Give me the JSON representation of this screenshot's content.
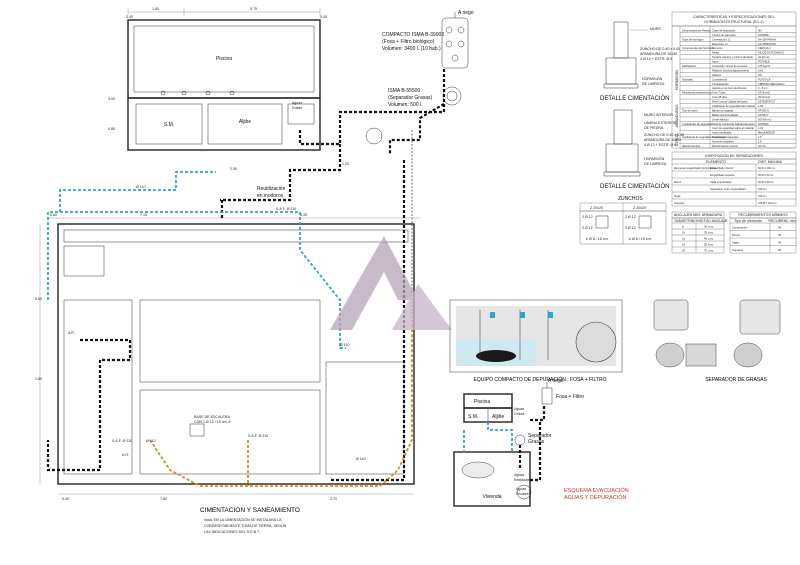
{
  "plan": {
    "a_riego": "A riego",
    "compacto": [
      "COMPACTO ISMA B-39003",
      "(Fosa + Filtro biológico)",
      "Volumen: 3400 l. (10 hab.)"
    ],
    "separador": [
      "ISMA B-55500",
      "(Separador Grasas)",
      "Volumen: 500 l."
    ],
    "piscina": "Piscina",
    "sm": "S.M.",
    "aljibe": "Aljibe",
    "aguas_grises": [
      "Aguas",
      "Grises"
    ],
    "reutilizacion": [
      "Reutilización",
      "en inodoros"
    ],
    "base_escalera": [
      "BASE DE ESCALERA",
      "CON 1 Ø 12 / 15 cm. #"
    ],
    "ar_1": "A.R.",
    "ar_2": "A.R.",
    "pipe_labels": [
      "Ø 110",
      "S.A.F. Ø 110",
      "Ø 110",
      "S.A.F. Ø 110",
      "Ø 110",
      "S.A.F. Ø 110",
      "Ø 110"
    ],
    "dims": [
      "0.40",
      "1.00",
      "3.75",
      "0.40",
      "4.00",
      "0.80",
      "1.20",
      "2.00",
      "0.60",
      "7.15",
      "3.35",
      "0.60",
      "1.80",
      "0.40",
      "7.60",
      "3.70"
    ]
  },
  "footer": {
    "title": "CIMENTACIÓN Y SANEAMIENTO",
    "note": [
      "Nota:   EN LA CIMENTACIÓN SE INSTALARÁ LA",
      "CORRESPONDIENTE TOMA DE TIERRA, SEGÚN",
      "LAS INDICACIONES DEL R.E.B.T."
    ]
  },
  "details": {
    "cim1_title": "DETALLE CIMENTACIÓN",
    "cim2_title": "DETALLE CIMENTACIÓN",
    "cim1_labels": [
      "MURO",
      "ZUNCHO DE 0.40 x 0.40",
      "ARMADURA DE 30x30",
      "4 Ø 12 + ESTR. Ø 6",
      "HORMIGÓN",
      "DE LIMPIEZA"
    ],
    "cim2_labels": [
      "MURO INTERIOR",
      "LÁMINA EXTERIOR",
      "DE PIEDRA",
      "ZUNCHO DE 0.40 x 0.40",
      "ARMADURA DE 30x30",
      "4 Ø 12 + ESTR. Ø 6",
      "HORMIGÓN",
      "DE LIMPIEZA"
    ],
    "zunchos_title": "ZUNCHOS",
    "zunchos_cols": [
      "Z 20x20",
      "Z 20x20"
    ],
    "zunchos_rebar": [
      "2 Ø 12",
      "2 Ø 12",
      "2 Ø 12",
      "2 Ø 12"
    ],
    "zunchos_stirrups": [
      "e Ø 6 / 15 cm.",
      "e Ø 6 / 15 cm."
    ]
  },
  "spec": {
    "title": [
      "CARACTERÍSTICAS Y ESPECIFICACIONES DEL",
      "HORMIGÓN ESTRUCTURAL (EC-2)"
    ],
    "side_labels": [
      "HORMIGÓN",
      "ARMADURAS",
      "OTROS"
    ],
    "rows": [
      [
        "Denominaciones Previas",
        "Clase de exposición",
        "IIIA"
      ],
      [
        "",
        "Control de ejecución",
        "NORMAL"
      ],
      [
        "Tipos de hormigón",
        "Cimentación, Ci",
        "HA-25/P/40/IIIA"
      ],
      [
        "",
        "Estructura, Ci",
        "HA-25/B/20/IIIA"
      ],
      [
        "Componentes del hormigón",
        "Cemento",
        "CEM II/A-V"
      ],
      [
        "",
        "Áridos",
        "SILICEOS RODADOS"
      ],
      [
        "",
        "Tamaño máximo y mínimo del árido",
        "22-40 mm"
      ],
      [
        "",
        "Agua",
        "POTABLE"
      ],
      [
        "Dosificación",
        "Contenido mínimo de cemento",
        "275 kg/m3"
      ],
      [
        "",
        "Relación máxima agua/cemento",
        "0.60"
      ],
      [
        "",
        "Aditivos",
        "NO"
      ],
      [
        "Docilidad",
        "Consistencia",
        "PLÁSTICA"
      ],
      [
        "",
        "Compactación",
        "VIBRADO MECÁNICO"
      ],
      [
        "",
        "Asiento en el cono de Abrams",
        "3 - 5 cm"
      ],
      [
        "Resistencia característica",
        "A los 7 días",
        "18 N/mm2"
      ],
      [
        "",
        "A los 28 días",
        "25 N/mm2"
      ],
      [
        "",
        "Nivel Control Calidad del acero",
        "ESTADÍSTICO"
      ],
      [
        "",
        "Coeficiente de seguridad del material",
        "1.50"
      ],
      [
        "Tipo de acero",
        "Barras corrugadas",
        "AP 500 S"
      ],
      [
        "",
        "Mallas electrosoldadas",
        "AP 500 T"
      ],
      [
        "",
        "Límite elástico",
        "500 N/mm2"
      ],
      [
        "Coeficientes de seguridad",
        "Nivel de Control de Calidad del acero",
        "NORMAL"
      ],
      [
        "",
        "Coef. de seguridad sobre el material",
        "1.15"
      ],
      [
        "",
        "Acero certificado",
        "Marca AENOR"
      ],
      [
        "Coeficiente de seguridad de acciones",
        "Acciones permanentes",
        "1.6"
      ],
      [
        "",
        "Acciones variables",
        "1.6"
      ],
      [
        "Recubrimientos",
        "Recubrimiento mínimo",
        "40 mm"
      ]
    ],
    "separadores": {
      "title": "DISPOSICIÓN DE SEPARADORES",
      "headers": [
        "ELEMENTO",
        "DIST. MÁXIMA"
      ],
      "rows": [
        [
          "Elementos superficiales horizontales",
          "Emparrillado inferior",
          "50 Ø ó 100 cm"
        ],
        [
          "",
          "Emparrillado superior",
          "50 Ø ó 50 cm"
        ],
        [
          "Muros",
          "Cada emparrillado",
          "50 Ø ó 50 cm"
        ],
        [
          "",
          "Separación entre emparrillados",
          "100 cm"
        ],
        [
          "Vigas",
          "",
          "100 cm"
        ],
        [
          "Soportes",
          "",
          "100 Ø ó 200 cm"
        ]
      ]
    },
    "anclajes": {
      "title": "ANCLAJES MIN. ARMADURA",
      "headers": [
        "DIÁMETRO",
        "LONGITUD ANCLAJE"
      ],
      "rows": [
        [
          "8",
          "30 cms."
        ],
        [
          "10",
          "35 cms."
        ],
        [
          "12",
          "40 cms."
        ],
        [
          "16",
          "55 cms."
        ],
        [
          "20",
          "70 cms."
        ]
      ]
    },
    "recubrimientos": {
      "title": "RECUBRIMIENTOS MÍNIMOS",
      "headers": [
        "Tipo de elemento",
        "RECUBRIM. mm"
      ],
      "rows": [
        [
          "Cimentación",
          "40"
        ],
        [
          "Muros",
          "35"
        ],
        [
          "Vigas",
          "30"
        ],
        [
          "Soportes",
          "30"
        ]
      ]
    }
  },
  "equipment": {
    "depuracion_title": "EQUIPO COMPACTO DE DEPURACIÓN : FOSA + FILTRO",
    "grasas_title": "SEPARADOR DE GRASAS"
  },
  "scheme": {
    "a_riego": "A riego",
    "fosa_filtro": "Fosa + Filtro",
    "piscina": "Piscina",
    "sm": "S.M.",
    "aljibe": "Aljibe",
    "aguas_grises": [
      "Aguas",
      "Grises"
    ],
    "separador": [
      "Separador",
      "Grasas"
    ],
    "aguas_residuales": [
      "Aguas",
      "Residuales"
    ],
    "aguas_fecales": [
      "Aguas",
      "Fecales"
    ],
    "vivienda": "Vivienda",
    "title": [
      "ESQUEMA EVACUACIÓN",
      "AGUAS Y DEPURACIÓN"
    ]
  },
  "colors": {
    "black_pipe": "#111111",
    "cyan_pipe": "#2aa7c9",
    "orange_pipe": "#d98a1f",
    "gray_pipe": "#8a8a8a",
    "red_label": "#c0392b",
    "watermark": "#b7a3b7"
  }
}
